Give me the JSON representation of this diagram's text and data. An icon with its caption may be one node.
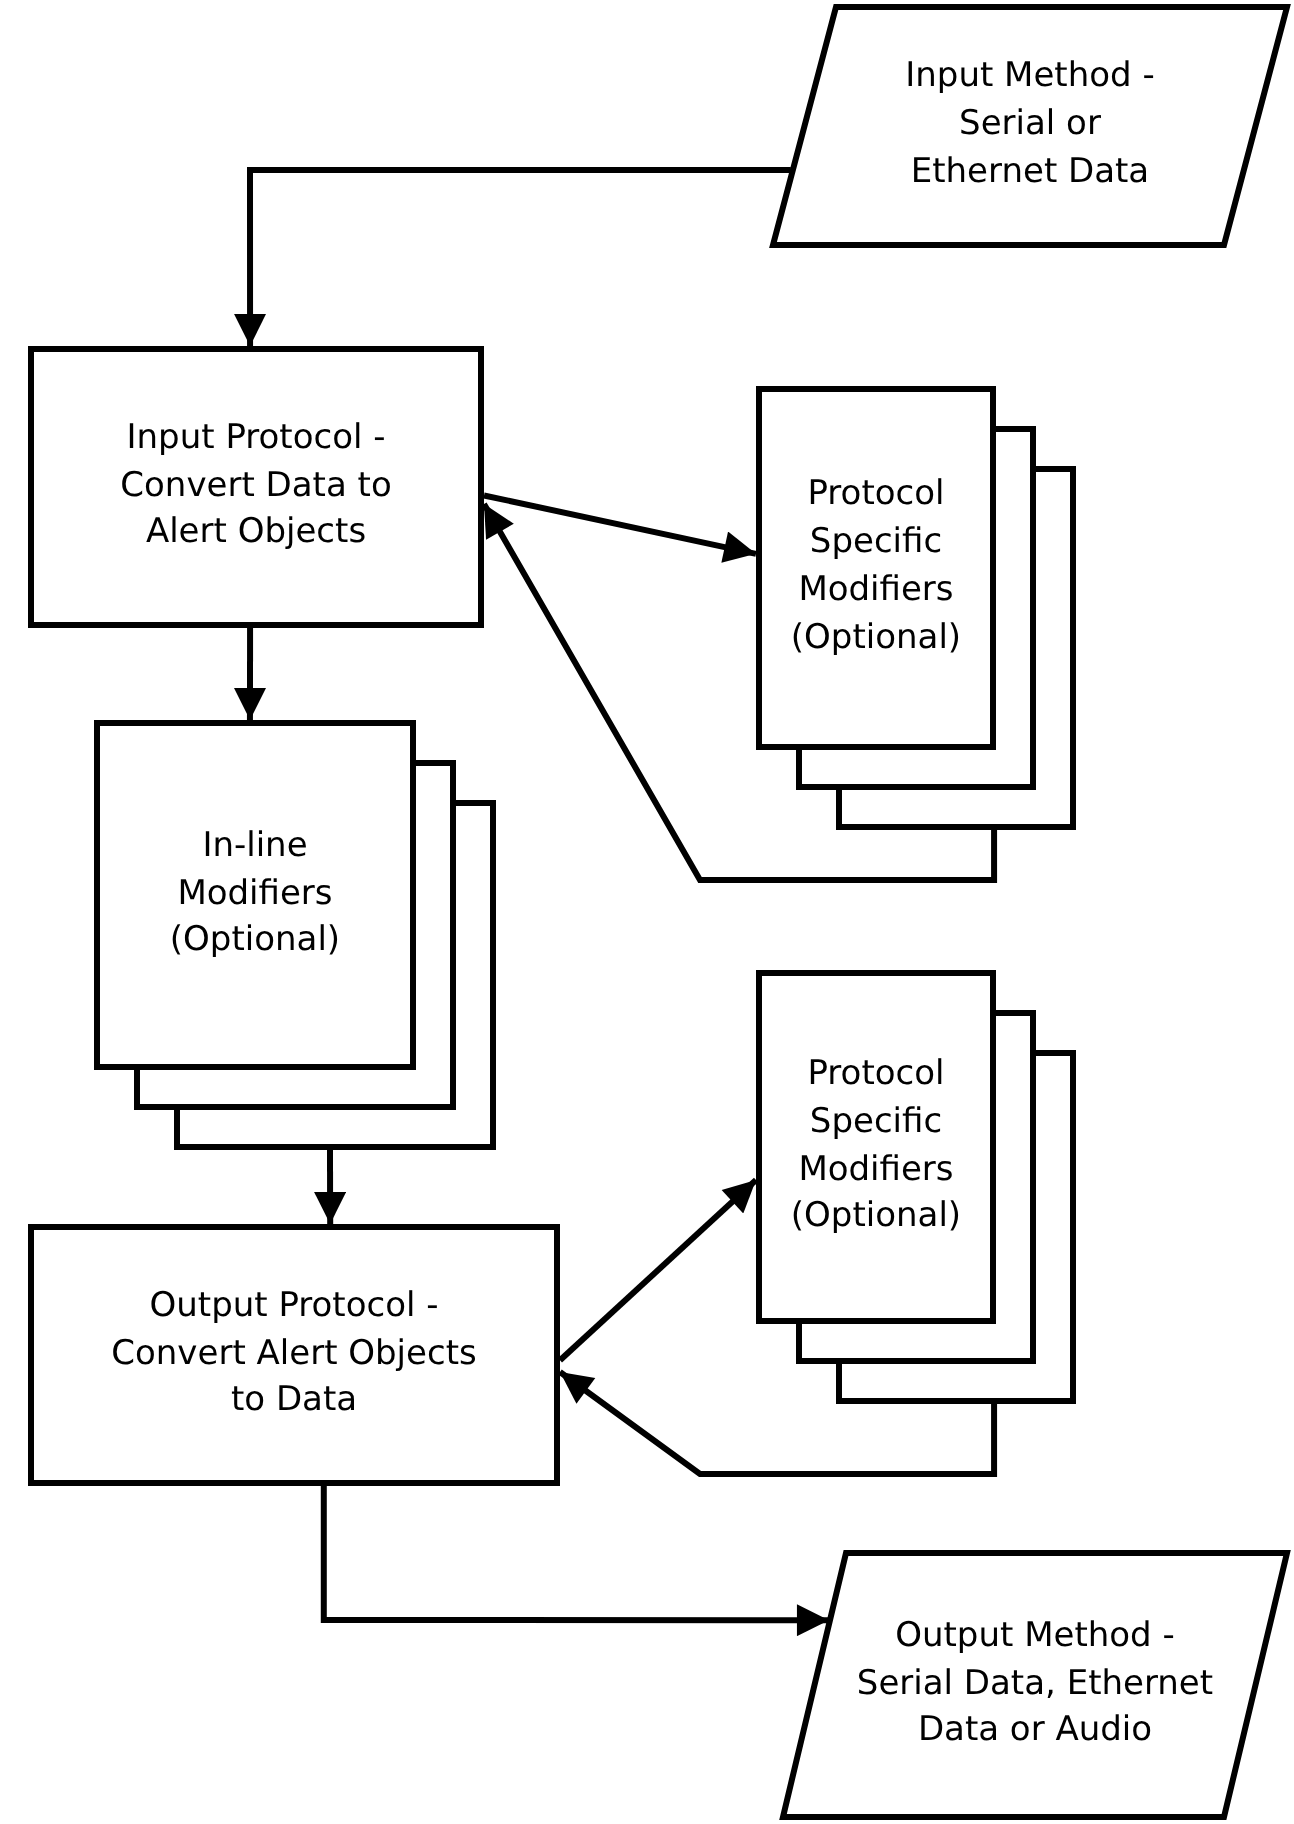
{
  "diagram": {
    "nodes": [
      {
        "text": [
          "Input Method - Serial or Ethernet Data"
        ]
      },
      {
        "text": [
          "Input Protocol - Convert Data to Alert Objects"
        ]
      },
      {
        "text": [
          "Protocol Specific Modifiers (Optional)"
        ]
      },
      {
        "text": [
          "In-line Modifiers (Optional)"
        ]
      },
      {
        "text": [
          "Output Protocol - Convert Alert Objects to Data"
        ]
      },
      {
        "text": [
          "Protocol Specific Modifiers (Optional)"
        ]
      },
      {
        "text": [
          "Output Method - Serial Data, Ethernet Data or Audio"
        ]
      }
    ],
    "edges": [
      {
        "from": 0,
        "to": 1,
        "arrow": "to"
      },
      {
        "from": 1,
        "to": 2,
        "arrow": "to"
      },
      {
        "from": 2,
        "to": 1,
        "arrow": "to"
      },
      {
        "from": 1,
        "to": 3,
        "arrow": "to"
      },
      {
        "from": 3,
        "to": 4,
        "arrow": "to"
      },
      {
        "from": 4,
        "to": 5,
        "arrow": "to"
      },
      {
        "from": 5,
        "to": 4,
        "arrow": "to"
      },
      {
        "from": 4,
        "to": 6,
        "arrow": "to"
      }
    ]
  }
}
